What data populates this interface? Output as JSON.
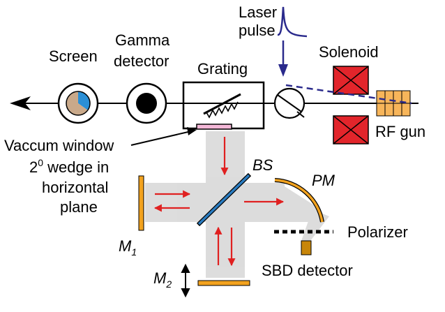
{
  "labels": {
    "laser_line1": "Laser",
    "laser_line2": "pulse",
    "screen": "Screen",
    "gamma_line1": "Gamma",
    "gamma_line2": "detector",
    "grating": "Grating",
    "solenoid": "Solenoid",
    "rf_gun": "RF gun",
    "window_line1": "Vaccum window",
    "window_line2_base": "2",
    "window_line2_sup": "0",
    "window_line2_rest": " wedge in",
    "window_line3": "horizontal",
    "window_line4": "plane",
    "bs": "BS",
    "pm": "PM",
    "polarizer": "Polarizer",
    "m1_base": "M",
    "m1_sub": "1",
    "m2_base": "M",
    "m2_sub": "2",
    "sbd": "SBD detector"
  },
  "colors": {
    "laser": "#2a2a8c",
    "arrow_red": "#e02020",
    "beam_gray": "#d9d9d9",
    "mirror_orange": "#f2a21e",
    "solenoid_red": "#e2252b",
    "screen_blue": "#2a8fd6",
    "screen_tan": "#c9a98a",
    "window_pink": "#f4b8d8",
    "bs_blue": "#2a7bbf"
  }
}
